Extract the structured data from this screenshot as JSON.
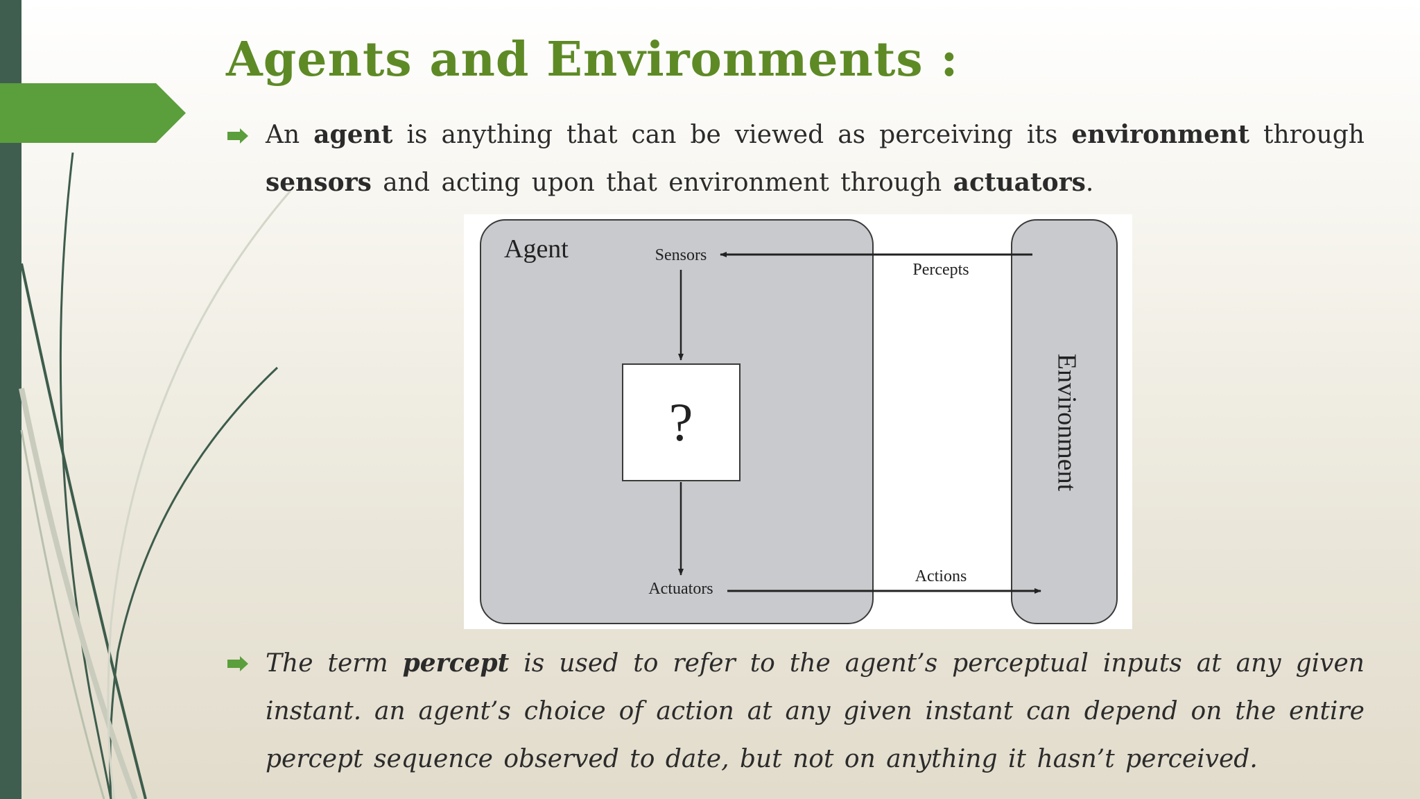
{
  "title": "Agents and Environments :",
  "bullet1": {
    "t1": "An ",
    "b1": "agent",
    "t2": " is anything that can be viewed as perceiving its ",
    "b2": "environment",
    "t3": " through ",
    "b3": "sensors",
    "t4": " and acting upon that environment through ",
    "b4": "actuators",
    "t5": "."
  },
  "diagram": {
    "agent_label": "Agent",
    "sensors_label": "Sensors",
    "percepts_label": "Percepts",
    "unknown_symbol": "?",
    "actuators_label": "Actuators",
    "actions_label": "Actions",
    "environment_label": "Environment"
  },
  "bullet2": {
    "t1": "The term ",
    "b1": "percept",
    "t2": " is used to refer to the agent’s perceptual inputs at any given instant. an agent’s choice of action at any given instant can depend on the entire percept sequence observed to date, but not on anything it hasn’t perceived."
  },
  "colors": {
    "title": "#5e8a26",
    "accent_green": "#5b9e3c",
    "side_bar": "#3f5e50",
    "diagram_box": "#c8cacd"
  }
}
